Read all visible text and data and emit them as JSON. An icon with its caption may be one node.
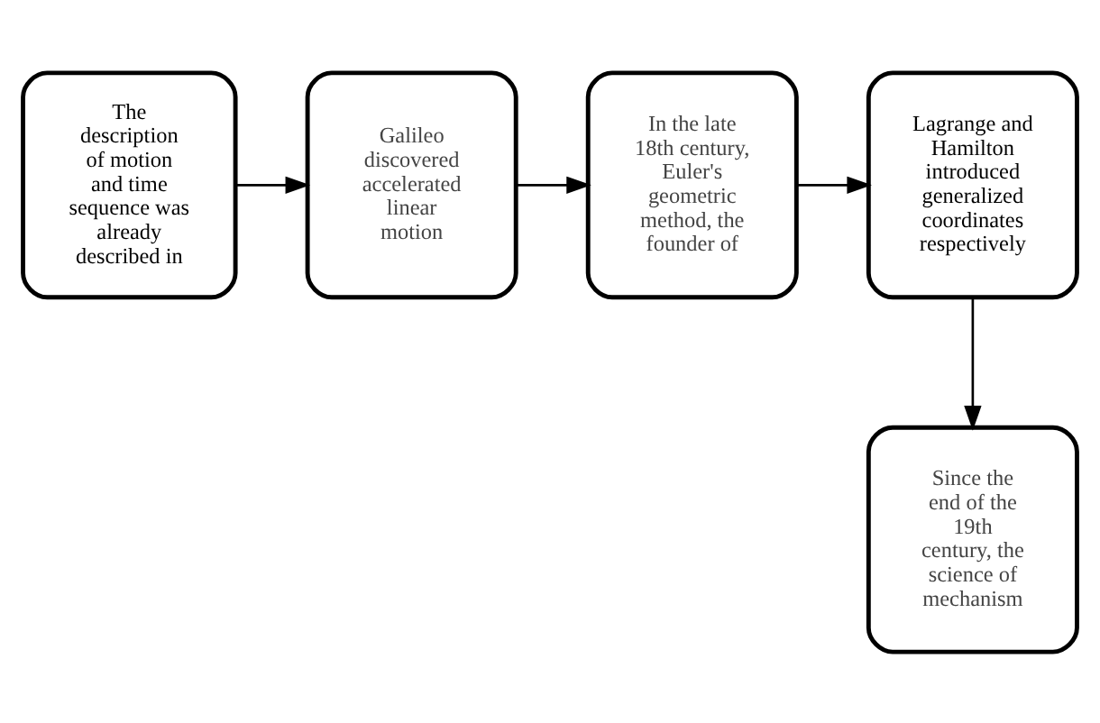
{
  "diagram": {
    "nodes": [
      {
        "text": [
          "The description of motion and time sequence was already described in"
        ]
      },
      {
        "text": [
          "Galileo discovered accelerated linear motion"
        ]
      },
      {
        "text": [
          "In the late 18th century, Euler's geometric method, the founder of"
        ]
      },
      {
        "text": [
          "Lagrange and Hamilton introduced generalized coordinates respectively"
        ]
      },
      {
        "text": [
          "Since the end of the 19th century, the science of mechanism"
        ]
      }
    ],
    "edges": [
      {
        "from": 0,
        "to": 1,
        "arrow": "to"
      },
      {
        "from": 1,
        "to": 2,
        "arrow": "to"
      },
      {
        "from": 2,
        "to": 3,
        "arrow": "to"
      },
      {
        "from": 3,
        "to": 4,
        "arrow": "to"
      }
    ]
  }
}
